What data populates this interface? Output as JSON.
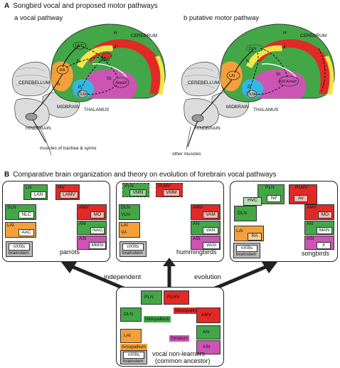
{
  "panel_a": {
    "letter": "A",
    "title": "Songbird vocal and proposed motor pathways",
    "sub_a": "a   vocal pathway",
    "sub_b": "b   putative motor pathway",
    "left_labels": {
      "cerebrum": "CEREBRUM",
      "cerebellum": "CEREBELLUM",
      "thalamus": "THALAMUS",
      "midbrain": "MIDBRAIN",
      "hindbrain": "HINDBRAIN",
      "H": "H",
      "N": "N",
      "M": "M",
      "St": "St",
      "P": "P",
      "A": "A",
      "RA": "RA",
      "HVC": "HVC",
      "LMAN": "LMAN",
      "AreaX": "AreaX",
      "DLM": "DLM",
      "output": "muscles of trachea & syrinx"
    },
    "right_labels": {
      "cerebrum": "CEREBRUM",
      "cerebellum": "CEREBELLUM",
      "thalamus": "THALAMUS",
      "midbrain": "MIDBRAIN",
      "hindbrain": "HINDBRAIN",
      "H": "H",
      "N": "N",
      "M": "M",
      "St": "St",
      "P": "P",
      "LAI": "LAI",
      "AreaX": "ASt AreaX",
      "DLM": "DLM",
      "DLN": "DLN",
      "output": "other muscles"
    }
  },
  "panel_b": {
    "letter": "B",
    "title": "Comparative brain organization and theory on evolution of forebrain vocal pathways",
    "parrots": {
      "caption": "parrots",
      "ln": "LN",
      "lan": "LAN",
      "mv": "MV",
      "lamv": "LAMV",
      "sln": "SLN",
      "nlc": "NLC",
      "amv": "AMV",
      "mo": "MO",
      "lai": "LAI",
      "aac": "AAC",
      "an": "AN",
      "nao": "NAO",
      "ast": "ASt",
      "mmst": "MMSt",
      "nxii": "nXIIts",
      "brainstem": "brainstem"
    },
    "hummingbirds": {
      "caption": "hummingbirds",
      "pln": "PLN",
      "vmn": "VMN",
      "plmv": "PLMV",
      "vmm": "VMM",
      "dln": "DLN",
      "vln": "VLN",
      "amv": "AMV",
      "vam": "VAM",
      "lai": "LAI",
      "va": "VA",
      "an": "AN",
      "van": "VAN",
      "ast": "ASt",
      "vast": "VASt",
      "nxii": "nXIIts",
      "brainstem": "brainstem"
    },
    "songbirds": {
      "caption": "songbirds",
      "pln": "PLN",
      "plmv": "PLMV",
      "hvc": "HVC",
      "nif": "Nif",
      "av": "Av",
      "dln": "DLN",
      "amv": "AMV",
      "mo": "MO",
      "lai": "LAI",
      "ra": "RA",
      "an": "AN",
      "man": "MAN",
      "ast": "ASt",
      "x": "X",
      "nxii": "nXIIts",
      "brainstem": "brainstem"
    },
    "ancestor": {
      "caption_1": "vocal non-learners",
      "caption_2": "(common ancestor)",
      "pln": "PLN",
      "plmv": "PLMV",
      "mesopallium": "Mesopallium",
      "dln": "DLN",
      "amv": "AMV",
      "nidopallium": "Nidopallium",
      "lai": "LAI",
      "an": "AN",
      "arcopallium": "Arcopallium",
      "striatum": "Striatum",
      "ast": "ASt",
      "nxii": "nXIIts",
      "brainstem": "brainstem"
    },
    "arrow_labels": {
      "independent": "independent",
      "evolution": "evolution"
    }
  },
  "colors": {
    "hyperpallium_green": "#43a647",
    "mesopallium_red": "#e12a26",
    "arcopallium_orange": "#f3a03a",
    "striatum_magenta": "#cc55b3",
    "pallidum_cyan": "#35b7e4",
    "lamina_yellow": "#f2e64a",
    "brainstem_gray": "#b9b9b9"
  }
}
